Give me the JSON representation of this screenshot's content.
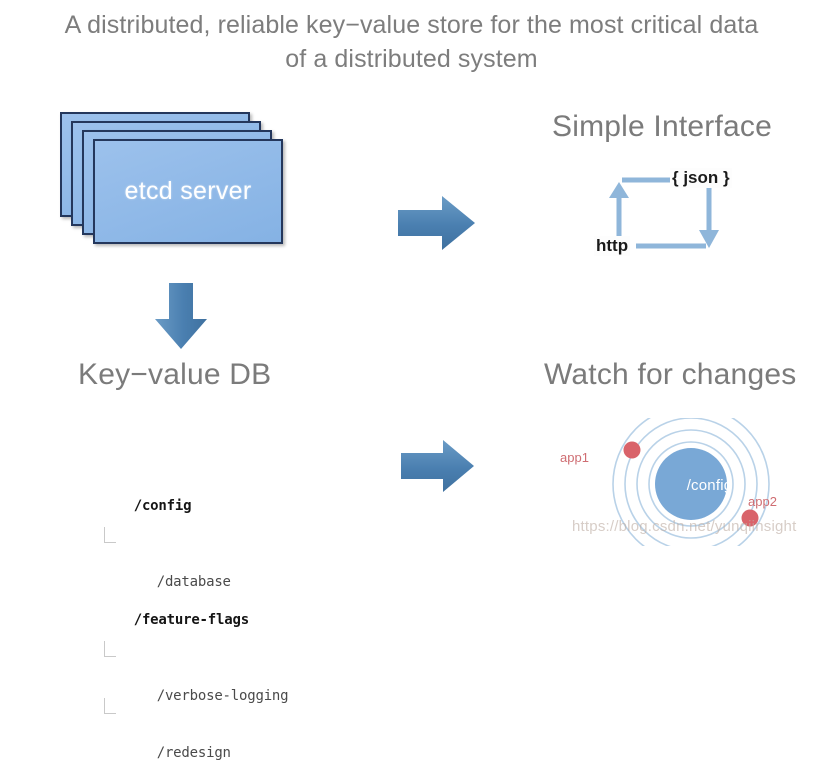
{
  "title": {
    "line1": "A distributed, reliable key−value store for the most critical data",
    "line2": "of a distributed system"
  },
  "colors": {
    "box_fill_light": "#9cc1ec",
    "box_fill_dark": "#85b2e4",
    "box_border": "#24375c",
    "arrow_blue": "#4a7fb0",
    "line_blue": "#8fb6da",
    "radar_center": "#79a8d6",
    "radar_ring": "#b9d2e8",
    "app_dot": "#d9636a",
    "heading_gray": "#7b7b7b"
  },
  "etcd": {
    "label": "etcd server",
    "stack_count": 4
  },
  "arrows": {
    "etcd_to_interface": "arrow-right",
    "etcd_to_db": "arrow-down",
    "db_to_watch": "arrow-right"
  },
  "sections": {
    "simple_interface": {
      "heading": "Simple Interface",
      "json_label": "{ json }",
      "http_label": "http"
    },
    "keyvalue_db": {
      "heading": "Key−value DB",
      "tree": [
        {
          "key": "/config",
          "type": "root"
        },
        {
          "key": "/database",
          "type": "child"
        },
        {
          "key": "/feature-flags",
          "type": "root"
        },
        {
          "key": "/verbose-logging",
          "type": "child"
        },
        {
          "key": "/redesign",
          "type": "child"
        }
      ]
    },
    "watch_changes": {
      "heading": "Watch for changes",
      "center_label": "/config",
      "watchers": [
        {
          "name": "app1"
        },
        {
          "name": "app2"
        }
      ]
    }
  },
  "watermark": "https://blog.csdn.net/yunqiinsight"
}
